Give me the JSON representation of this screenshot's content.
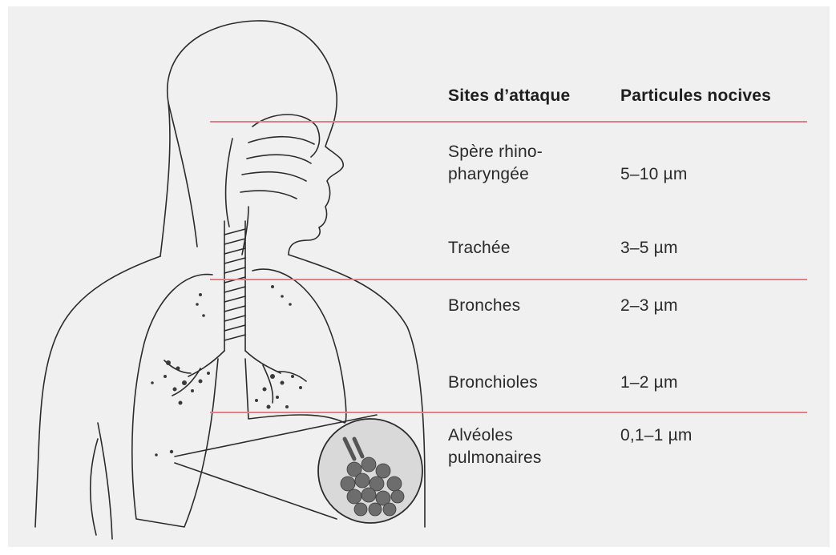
{
  "table": {
    "header": {
      "site": "Sites d’attaque",
      "particles": "Particules nocives"
    },
    "rows": [
      {
        "site_line1": "Spère rhino-",
        "site_line2": "pharyngée",
        "size": "5–10 µm"
      },
      {
        "site_line1": "Trachée",
        "size": "3–5 µm"
      },
      {
        "site_line1": "Bronches",
        "size": "2–3 µm"
      },
      {
        "site_line1": "Bronchioles",
        "size": "1–2 µm"
      },
      {
        "site_line1": "Alvéoles",
        "site_line2": "pulmonaires",
        "size": "0,1–1 µm"
      }
    ]
  },
  "colors": {
    "background": "#f0f0f0",
    "divider": "#e27f85",
    "outline": "#2b2b2b",
    "alveoli": "#6d6d6d"
  },
  "illustration": {
    "subject": "human head and torso outline with respiratory tract, lungs and magnified alveoli",
    "icons": [
      "respiratory-system-illustration",
      "magnifier-circle"
    ]
  }
}
